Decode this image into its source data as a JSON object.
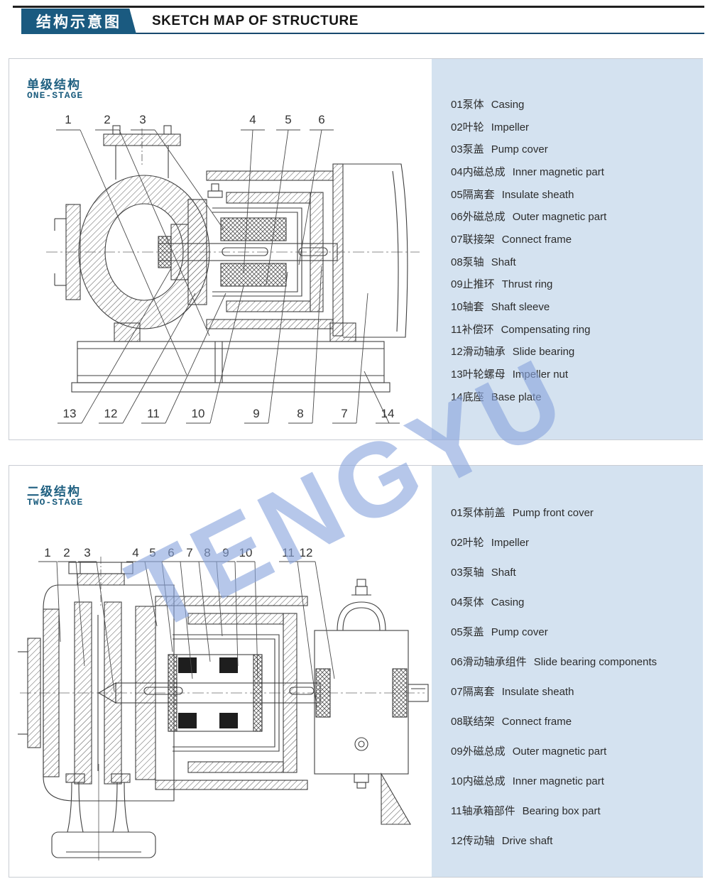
{
  "header": {
    "title_zh": "结构示意图",
    "title_en": "SKETCH MAP OF STRUCTURE"
  },
  "watermark": "TENGYU",
  "colors": {
    "accent": "#1a5a80",
    "sidebar_bg": "#d4e2f0",
    "watermark": "#8aa6de",
    "panel_title": "#1e5f80"
  },
  "panel1": {
    "title_zh": "单级结构",
    "title_en": "ONE-STAGE",
    "labels_top": [
      "1",
      "2",
      "3",
      "4",
      "5",
      "6"
    ],
    "labels_bottom": [
      "13",
      "12",
      "11",
      "10",
      "9",
      "8",
      "7",
      "14"
    ],
    "parts": [
      {
        "zh": "01泵体",
        "en": "Casing"
      },
      {
        "zh": "02叶轮",
        "en": "Impeller"
      },
      {
        "zh": "03泵盖",
        "en": "Pump cover"
      },
      {
        "zh": "04内磁总成",
        "en": "Inner magnetic part"
      },
      {
        "zh": "05隔离套",
        "en": "Insulate sheath"
      },
      {
        "zh": "06外磁总成",
        "en": "Outer magnetic part"
      },
      {
        "zh": "07联接架",
        "en": "Connect frame"
      },
      {
        "zh": "08泵轴",
        "en": "Shaft"
      },
      {
        "zh": "09止推环",
        "en": "Thrust ring"
      },
      {
        "zh": "10轴套",
        "en": "Shaft sleeve"
      },
      {
        "zh": "11补偿环",
        "en": "Compensating ring"
      },
      {
        "zh": "12滑动轴承",
        "en": "Slide bearing"
      },
      {
        "zh": "13叶轮螺母",
        "en": "Impeller nut"
      },
      {
        "zh": "14底座",
        "en": "Base plate"
      }
    ]
  },
  "panel2": {
    "title_zh": "二级结构",
    "title_en": "TWO-STAGE",
    "labels_top": [
      "1",
      "2",
      "3",
      "4",
      "5",
      "6",
      "7",
      "8",
      "9",
      "10",
      "11",
      "12"
    ],
    "parts": [
      {
        "zh": "01泵体前盖",
        "en": "Pump front cover"
      },
      {
        "zh": "02叶轮",
        "en": "Impeller"
      },
      {
        "zh": "03泵轴",
        "en": "Shaft"
      },
      {
        "zh": "04泵体",
        "en": "Casing"
      },
      {
        "zh": "05泵盖",
        "en": "Pump cover"
      },
      {
        "zh": "06滑动轴承组件",
        "en": "Slide bearing components"
      },
      {
        "zh": "07隔离套",
        "en": "Insulate sheath"
      },
      {
        "zh": "08联结架",
        "en": "Connect frame"
      },
      {
        "zh": "09外磁总成",
        "en": "Outer magnetic part"
      },
      {
        "zh": "10内磁总成",
        "en": "Inner magnetic part"
      },
      {
        "zh": "11轴承箱部件",
        "en": "Bearing box part"
      },
      {
        "zh": "12传动轴",
        "en": "Drive shaft"
      }
    ]
  }
}
